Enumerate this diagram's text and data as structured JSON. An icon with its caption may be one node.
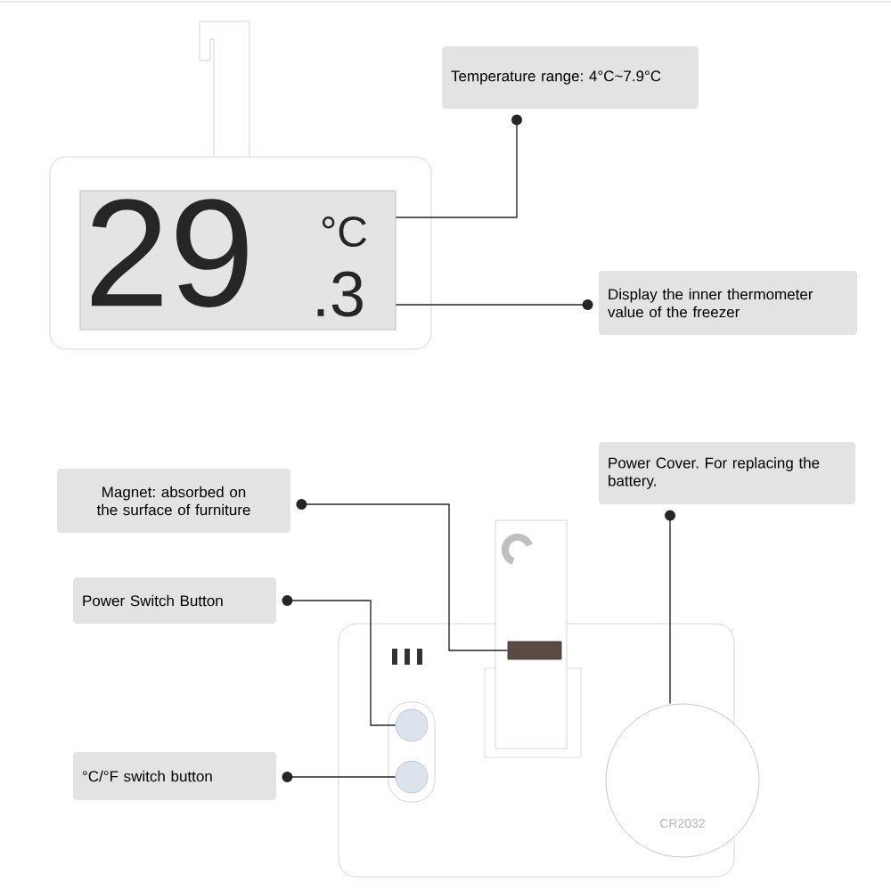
{
  "diagram": {
    "nodes": [
      {
        "text": [
          "Temperature range: 4°C~7.9°C"
        ]
      },
      {
        "text": [
          "Display the inner thermometer value of the freezer"
        ]
      },
      {
        "text": [
          "Magnet: absorbed on the surface of furniture"
        ]
      },
      {
        "text": [
          "Power Cover. For replacing the battery."
        ]
      },
      {
        "text": [
          "Power Switch Button"
        ]
      },
      {
        "text": [
          "°C/°F switch button"
        ]
      },
      {
        "text": [],
        "shape": "box"
      },
      {
        "text": [],
        "shape": "bar"
      },
      {
        "text": [],
        "shape": "circle"
      },
      {
        "text": [],
        "shape": "circle"
      },
      {
        "text": [],
        "shape": "circle"
      }
    ],
    "edges": [
      {
        "from": 6,
        "to": 0,
        "arrow": "to"
      },
      {
        "from": 6,
        "to": 1,
        "arrow": "to"
      },
      {
        "from": 7,
        "to": 2,
        "arrow": "to"
      },
      {
        "from": 10,
        "to": 3,
        "arrow": "to"
      },
      {
        "from": 8,
        "to": 4,
        "arrow": "to"
      },
      {
        "from": 9,
        "to": 5,
        "arrow": "to"
      }
    ],
    "labels": [
      "29",
      "°C",
      ".3",
      "CR2032"
    ]
  }
}
